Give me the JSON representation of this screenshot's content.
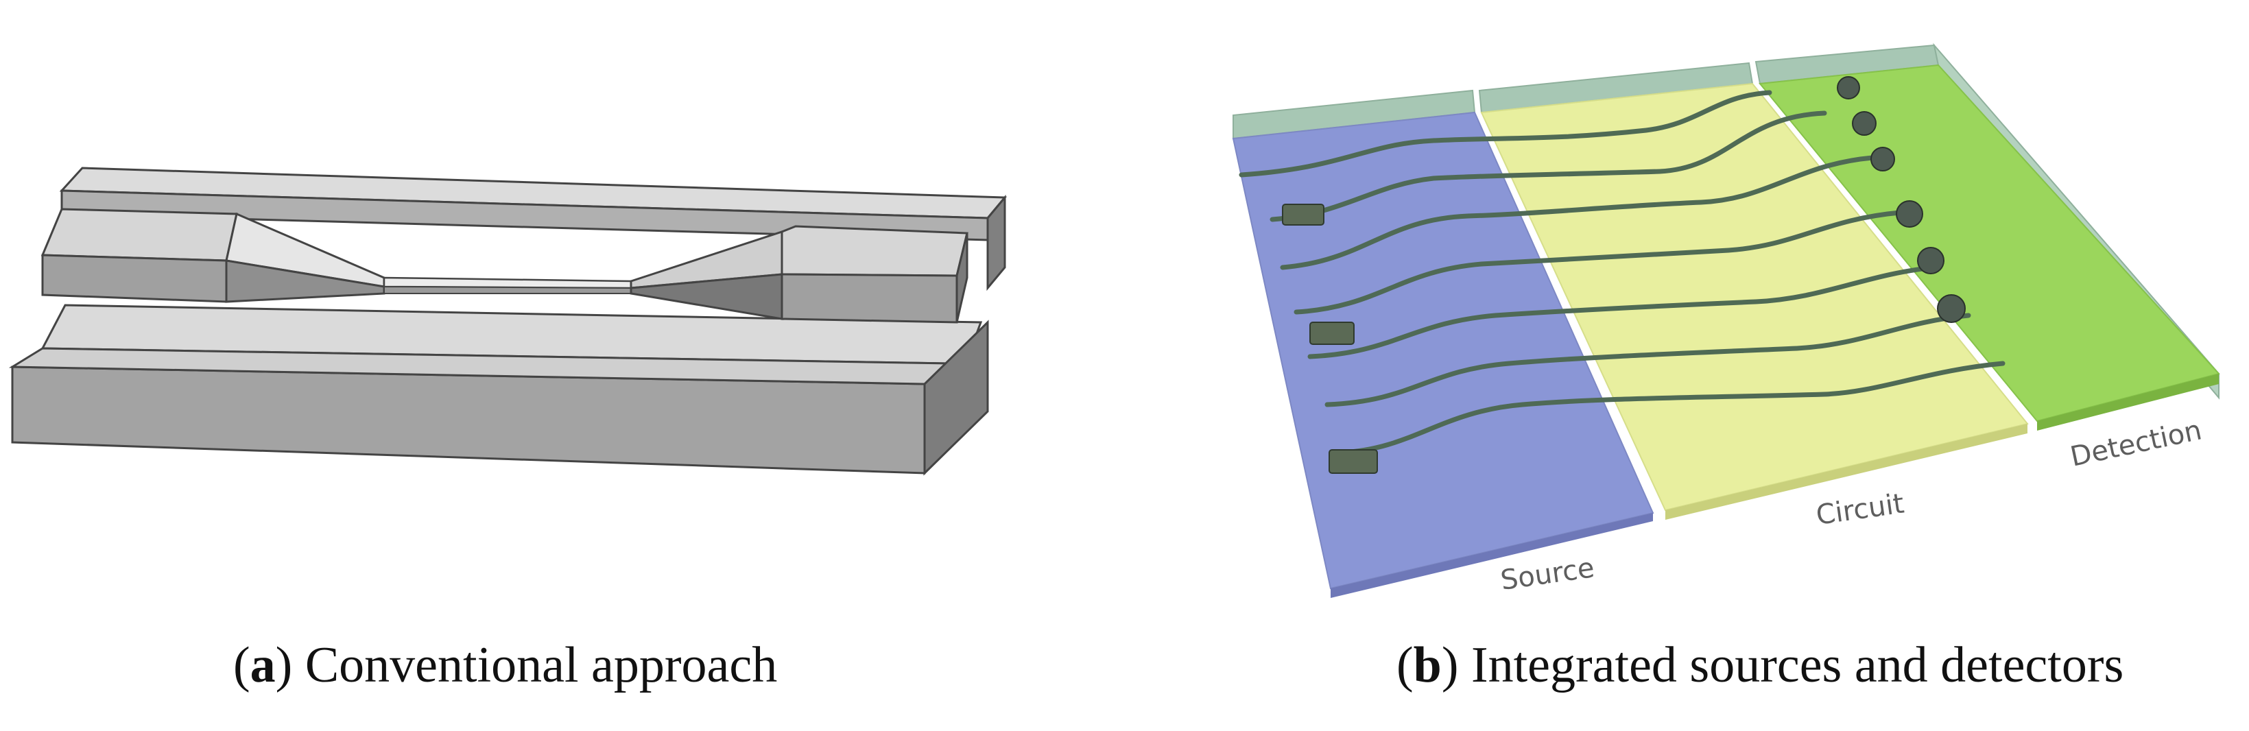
{
  "figure": {
    "panel_a": {
      "letter": "a",
      "caption": "Conventional approach"
    },
    "panel_b": {
      "letter": "b",
      "caption": "Integrated sources and detectors",
      "region_labels": {
        "source": "Source",
        "circuit": "Circuit",
        "detection": "Detection"
      },
      "colors": {
        "source": "#8a96d6",
        "circuit": "#e8ef9f",
        "detection": "#9bd65c",
        "waveguide": "#4f6a55",
        "wall": "#a7c7b4"
      }
    },
    "colors": {
      "chip_top": "#dcdcdc",
      "chip_side": "#8c8c8c",
      "chip_front": "#a6a6a6"
    }
  }
}
